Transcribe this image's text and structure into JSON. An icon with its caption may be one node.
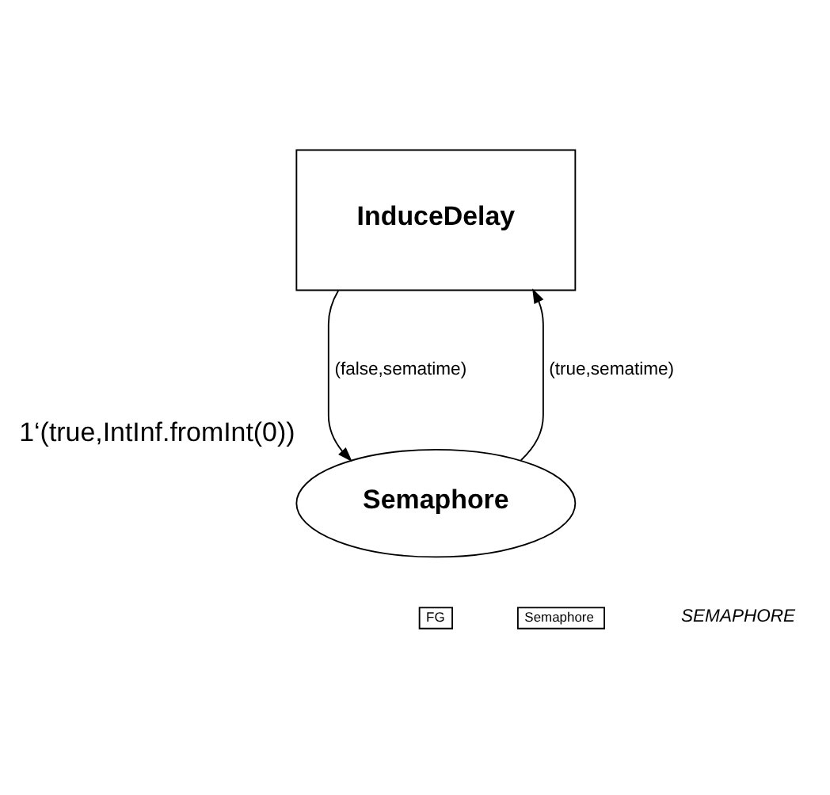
{
  "diagram": {
    "nodes": [
      {
        "text": [
          "InduceDelay"
        ]
      },
      {
        "text": [
          "Semaphore"
        ],
        "beside": [
          "1‘(true,IntInf.fromInt(0))"
        ]
      },
      {
        "text": [
          "FG"
        ]
      },
      {
        "text": [
          "Semaphore"
        ]
      }
    ],
    "edges": [
      {
        "from": 1,
        "to": 0,
        "arrow": "to",
        "label": "(true,sematime)"
      },
      {
        "from": 0,
        "to": 1,
        "arrow": "to",
        "label": "(false,sematime)"
      }
    ],
    "labels": [
      "SEMAPHORE"
    ]
  }
}
